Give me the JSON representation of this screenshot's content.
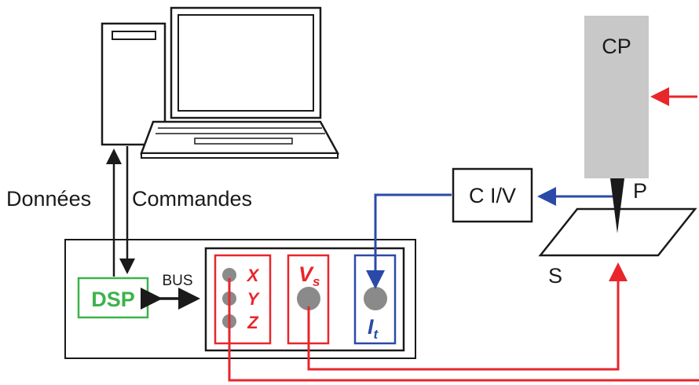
{
  "labels": {
    "donnees": "Données",
    "commandes": "Commandes",
    "bus": "BUS",
    "dsp": "DSP",
    "ci_v": "C I/V",
    "cp": "CP",
    "p": "P",
    "s": "S",
    "x": "X",
    "y": "Y",
    "z": "Z",
    "vs_main": "V",
    "vs_sub": "s",
    "it_main": "I",
    "it_sub": "t"
  },
  "colors": {
    "red": "#e8262b",
    "blue": "#2b4aa8",
    "green": "#3cb34a",
    "gray_dot": "#8a8a8a",
    "cp_gray": "#c8c8c8",
    "black": "#1a1a1a"
  }
}
